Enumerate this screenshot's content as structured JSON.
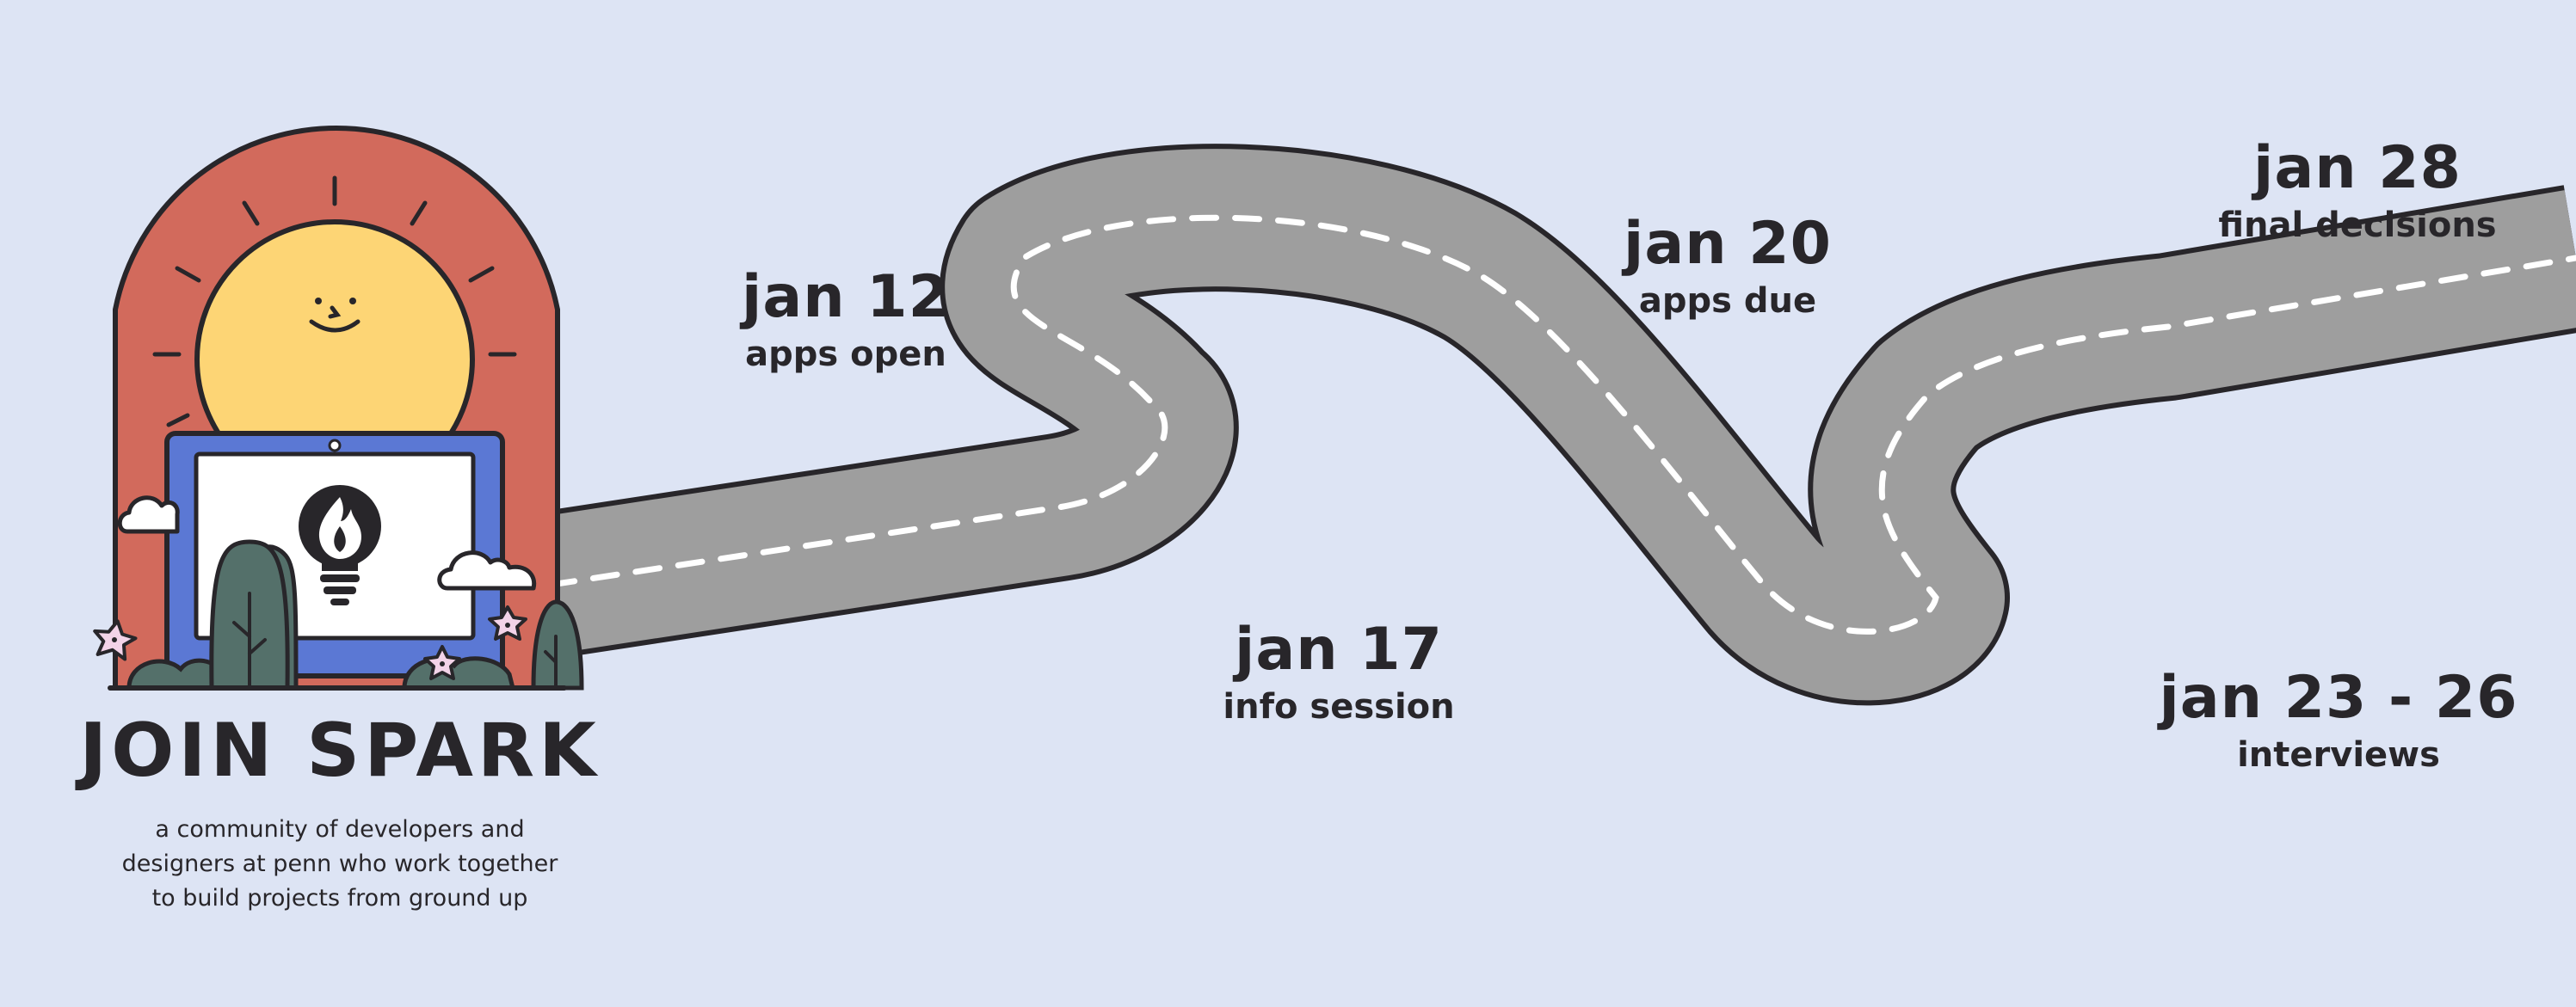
{
  "brand": {
    "title": "JOIN SPARK",
    "tagline_lines": [
      "a community of developers and",
      "designers at penn who work together",
      "to build projects from ground up"
    ]
  },
  "timeline": [
    {
      "date": "jan 12",
      "label": "apps open"
    },
    {
      "date": "jan 17",
      "label": "info session"
    },
    {
      "date": "jan 20",
      "label": "apps due"
    },
    {
      "date": "jan 23 - 26",
      "label": "interviews"
    },
    {
      "date": "jan 28",
      "label": "final decisions"
    }
  ],
  "colors": {
    "background": "#dde4f4",
    "road": "#9e9e9e",
    "road_outline": "#28262a",
    "lane_marking": "#ffffff",
    "arch": "#d26a5c",
    "sun": "#fdd575",
    "laptop": "#5b78d4",
    "screen": "#ffffff",
    "tree": "#54706a",
    "flower": "#f3d3e8",
    "text": "#28262a"
  },
  "icons": {
    "illustration": "sun-laptop-arch-illustration",
    "screen_logo": "lightbulb-flame-icon"
  }
}
